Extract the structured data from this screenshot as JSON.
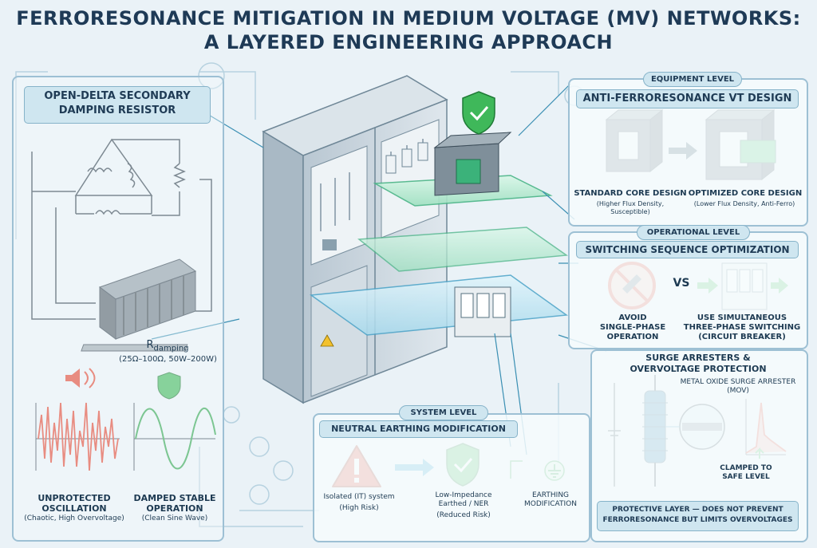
{
  "title": {
    "line1": "FERRORESONANCE MITIGATION IN MEDIUM VOLTAGE (MV) NETWORKS:",
    "line2": "A LAYERED ENGINEERING APPROACH"
  },
  "left_panel": {
    "header_line1": "OPEN-DELTA SECONDARY",
    "header_line2": "DAMPING RESISTOR",
    "resistor_symbol": "R",
    "resistor_subscript": "damping",
    "resistor_spec": "(25Ω–100Ω, 50W–200W)",
    "unprotected_title_line1": "UNPROTECTED",
    "unprotected_title_line2": "OSCILLATION",
    "unprotected_note": "(Chaotic, High Overvoltage)",
    "damped_title_line1": "DAMPED STABLE",
    "damped_title_line2": "OPERATION",
    "damped_note": "(Clean Sine Wave)"
  },
  "equipment": {
    "level_label": "EQUIPMENT LEVEL",
    "header": "ANTI-FERRORESONANCE VT DESIGN",
    "standard_title": "STANDARD CORE DESIGN",
    "standard_note_line1": "(Higher Flux Density,",
    "standard_note_line2": "Susceptible)",
    "optimized_title": "OPTIMIZED CORE DESIGN",
    "optimized_note": "(Lower Flux Density, Anti-Ferro)"
  },
  "operational": {
    "level_label": "OPERATIONAL LEVEL",
    "header": "SWITCHING SEQUENCE OPTIMIZATION",
    "avoid_line1": "AVOID",
    "avoid_line2": "SINGLE-PHASE",
    "avoid_line3": "OPERATION",
    "vs": "VS",
    "use_line1": "USE SIMULTANEOUS",
    "use_line2": "THREE-PHASE SWITCHING",
    "use_line3": "(CIRCUIT BREAKER)"
  },
  "surge": {
    "header_line1": "SURGE ARRESTERS &",
    "header_line2": "OVERVOLTAGE PROTECTION",
    "mov_line1": "METAL OXIDE SURGE ARRESTER",
    "mov_line2": "(MOV)",
    "clamped_line1": "CLAMPED TO",
    "clamped_line2": "SAFE LEVEL",
    "footer_line1": "PROTECTIVE LAYER — DOES NOT PREVENT",
    "footer_line2": "FERRORESONANCE BUT LIMITS OVERVOLTAGES"
  },
  "system": {
    "level_label": "SYSTEM LEVEL",
    "header": "NEUTRAL EARTHING MODIFICATION",
    "isolated_title": "Isolated (IT) system",
    "isolated_note": "(High Risk)",
    "low_imp_line1": "Low-Impedance",
    "low_imp_line2": "Earthed / NER",
    "low_imp_note": "(Reduced Risk)",
    "earthing_line1": "EARTHING",
    "earthing_line2": "MODIFICATION"
  },
  "colors": {
    "header_fill": "#cfe6f0",
    "panel_border": "#9dc0d4",
    "danger": "#e0442f",
    "safe": "#3fb85a",
    "wave_damped": "#2ca34b",
    "wave_chaotic": "#e0442f",
    "cabinet": "#c7d3dc",
    "layer_green": "#b8ecd4",
    "layer_blue": "#bfe4f2"
  }
}
